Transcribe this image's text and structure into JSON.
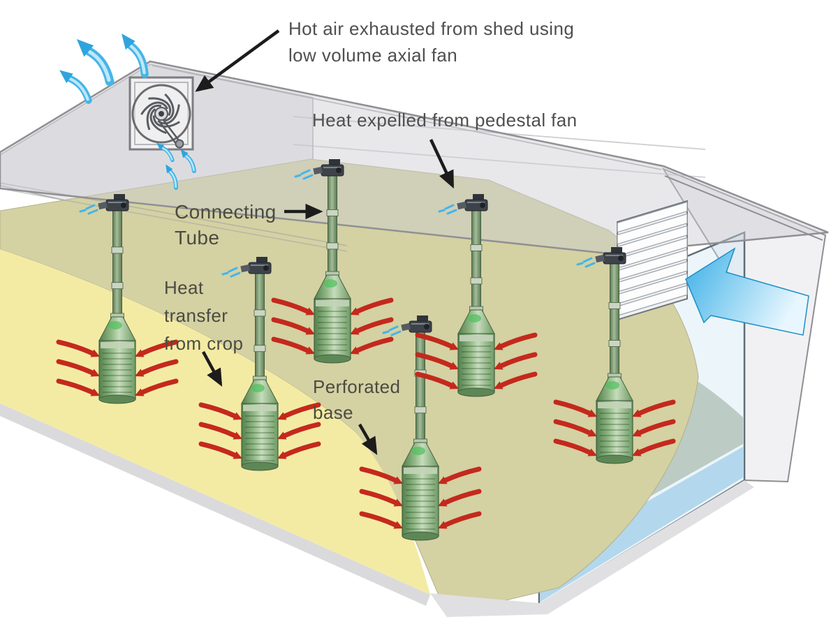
{
  "diagram": {
    "subject": "Shed aeration and heat-extraction diagram",
    "labels": {
      "hot_air": {
        "line1": "Hot air exhausted from shed using",
        "line2": "low volume axial fan"
      },
      "heat_expelled": {
        "text": "Heat expelled from pedestal fan"
      },
      "connecting_tube": {
        "line1": "Connecting",
        "line2": "Tube"
      },
      "heat_transfer": {
        "line1": "Heat",
        "line2": "transfer",
        "line3": "from crop"
      },
      "perforated_base": {
        "line1": "Perforated",
        "line2": "base"
      }
    },
    "counts": {
      "pedestal_fans": 6,
      "roof_exhaust_arrows": 3,
      "heat_arrow_rows_per_fan": 3,
      "louver_slats": 8
    },
    "colors": {
      "label_text": "#4f4f4f",
      "label_text_olive": "#4b4b41",
      "pointer_black": "#1c1c1c",
      "heat_red": "#c4291c",
      "air_blue": "#45b5e8",
      "air_blue_light": "#bfe7fa",
      "air_blue_deep": "#2ea4de",
      "crop_surface_olive": "#d4d1a3",
      "crop_face_yellow": "#f3eba4",
      "roof_gray": "#d5d5da",
      "wall_gray": "#eaeaec",
      "glass_blue": "#c7e2f0",
      "section_green": "#b6c0ac",
      "water_band_blue": "#a9d2ec",
      "tube_green_dark": "#44603f",
      "tube_green_mid": "#8fae84",
      "base_green_light": "#c6dcbc",
      "bell_highlight_green": "#4fc05c"
    }
  }
}
